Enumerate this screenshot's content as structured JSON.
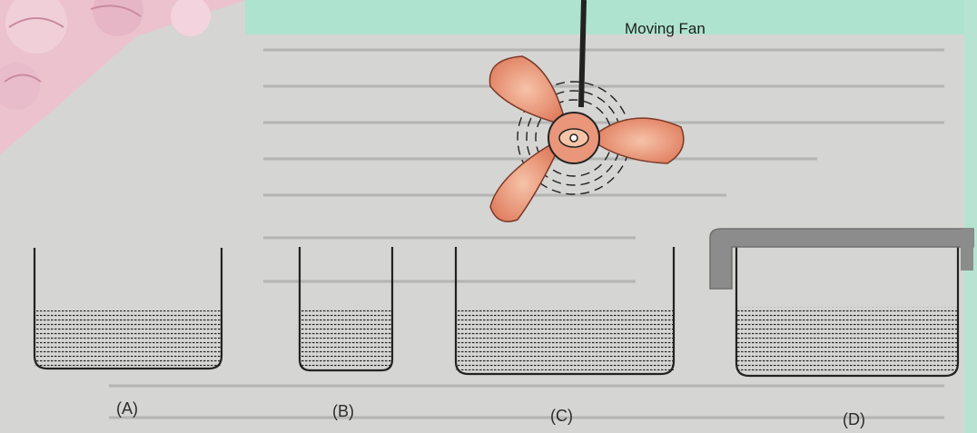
{
  "labels": {
    "fan": "Moving Fan",
    "a": "(A)",
    "b": "(B)",
    "c": "(C)",
    "d": "(D)"
  },
  "colors": {
    "page": "#d4d4d2",
    "mint_band": "#aee3cf",
    "floral": "#e8bccb",
    "fan_blade": "#e07c5e",
    "fan_stroke": "#7a3a28",
    "ink": "#222222",
    "lid": "#8c8c8c"
  },
  "icons": [
    "fan-icon",
    "beaker-icon",
    "lid-icon"
  ]
}
